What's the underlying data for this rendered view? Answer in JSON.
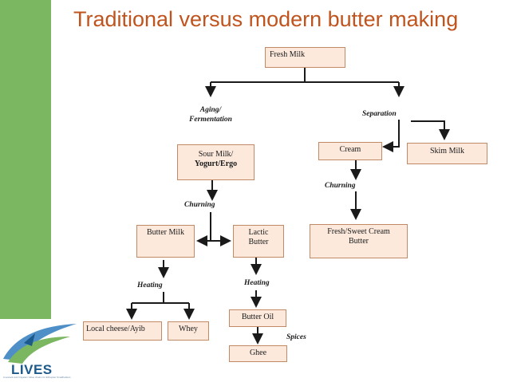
{
  "title": "Traditional versus modern butter making",
  "logo": {
    "name": "LIVES",
    "tagline": "Livestock and Irrigation Value chains for Ethiopian Smallholders"
  },
  "colors": {
    "sidebar": "#7bb661",
    "title": "#c0541e",
    "box_fill": "#fce9dc",
    "box_border": "#c08a66",
    "line": "#1a1a1a"
  },
  "nodes": {
    "fresh_milk": "Fresh Milk",
    "sour_milk_1": "Sour Milk/",
    "sour_milk_2": "Yogurt/Ergo",
    "cream": "Cream",
    "skim_milk": "Skim Milk",
    "butter_milk": "Butter Milk",
    "lactic_1": "Lactic",
    "lactic_2": "Butter",
    "fresh_butter_1": "Fresh/Sweet Cream",
    "fresh_butter_2": "Butter",
    "butter_oil": "Butter Oil",
    "local_cheese": "Local cheese/Ayib",
    "whey": "Whey",
    "ghee": "Ghee"
  },
  "process_labels": {
    "aging_1": "Aging/",
    "aging_2": "Fermentation",
    "separation": "Separation",
    "churning_left": "Churning",
    "churning_right": "Churning",
    "heating_left": "Heating",
    "heating_right": "Heating",
    "spices": "Spices"
  }
}
